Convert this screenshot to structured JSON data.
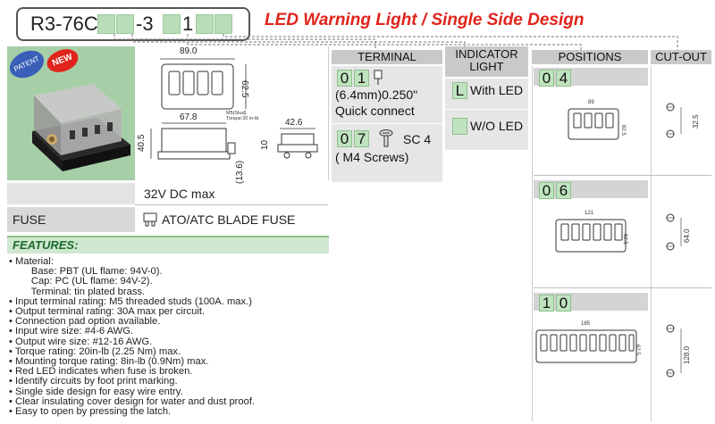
{
  "header": {
    "code_prefix": "R3-76C-",
    "code_dash": "-3",
    "code_one": "1",
    "title": "LED Warning Light / Single Side Design"
  },
  "photo": {
    "badge_patent": "PATENT",
    "badge_new": "NEW"
  },
  "drawing": {
    "width_top": "89.0",
    "height_top": "62.5",
    "width_front": "67.8",
    "height_front": "40.5",
    "base_height": "(13.6)",
    "stud_label": "M5(Stud)\nTorque:20 in-lb",
    "side_width": "42.6",
    "side_height": "10"
  },
  "specs": {
    "voltage": "32V DC max",
    "fuse_label": "FUSE",
    "fuse_value": "ATO/ATC BLADE FUSE"
  },
  "columns": {
    "terminal": "TERMINAL",
    "indicator": "INDICATOR LIGHT",
    "positions": "POSITIONS",
    "cutout": "CUT-OUT"
  },
  "terminal": {
    "opt1_digits": [
      "0",
      "1"
    ],
    "opt1_line1": "(6.4mm)0.250\"",
    "opt1_line2": "Quick connect",
    "opt2_digits": [
      "0",
      "7"
    ],
    "opt2_sc": "SC 4",
    "opt2_line2": "( M4 Screws)"
  },
  "indicator": {
    "opt1_letter": "L",
    "opt1_text": "With LED",
    "opt2_text": "W/O LED"
  },
  "positions": [
    {
      "digits": [
        "0",
        "4"
      ],
      "width": "89",
      "height": "62.5",
      "cutout": "32.5"
    },
    {
      "digits": [
        "0",
        "6"
      ],
      "width": "121",
      "height": "62.5",
      "cutout": "64.0"
    },
    {
      "digits": [
        "1",
        "0"
      ],
      "width": "185",
      "height": "62.5",
      "cutout": "128.0"
    }
  ],
  "features": {
    "heading": "FEATURES:",
    "lines": [
      "• Material:",
      "        Base: PBT (UL flame: 94V-0).",
      "        Cap: PC (UL flame: 94V-2).",
      "        Terminal: tin plated brass.",
      "• Input terminal rating: M5 threaded studs (100A. max.)",
      "• Output terminal rating: 30A max per circuit.",
      "• Connection pad option available.",
      "• Input wire size: #4-6 AWG.",
      "• Output wire size: #12-16 AWG.",
      "• Torque rating: 20in-lb (2.25 Nm) max.",
      "• Mounting torque rating: 8in-lb (0.9Nm) max.",
      "• Red LED indicates when fuse is broken.",
      "• Identify circuits by foot print marking.",
      "• Single side design for easy wire entry.",
      "• Clear insulating cover design for water and dust proof.",
      "• Easy to open by pressing the latch."
    ]
  },
  "colors": {
    "title_red": "#e0241b",
    "option_green": "#bfe3bf",
    "header_grey": "#c9c9c9"
  }
}
